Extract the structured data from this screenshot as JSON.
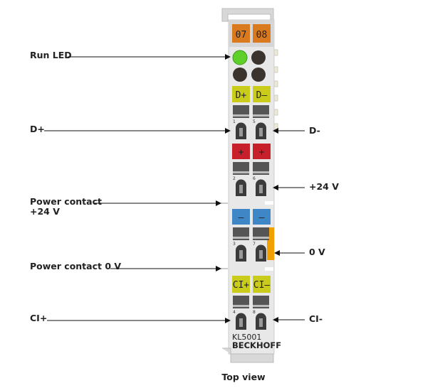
{
  "labels_left": {
    "run_led": "Run LED",
    "d_plus": "D+",
    "power_24_line1": "Power contact",
    "power_24_line2": "+24 V",
    "power_0v": "Power contact 0 V",
    "ci_plus": "CI+"
  },
  "labels_right": {
    "d_minus": "D-",
    "plus_24v": "+24 V",
    "zero_v": "0 V",
    "ci_minus": "CI-"
  },
  "terminal": {
    "channel_left": "07",
    "channel_right": "08",
    "tag_d_plus": "D+",
    "tag_d_minus": "D–",
    "tag_red": "+",
    "tag_blue": "–",
    "tag_ci_plus": "CI+",
    "tag_ci_minus": "CI–",
    "numbers": [
      "1",
      "5",
      "2",
      "6",
      "3",
      "7",
      "4",
      "8"
    ],
    "model": "KL5001",
    "brand": "BECKHOFF",
    "colors": {
      "orange": "#d97a1e",
      "yellow": "#c9cc1a",
      "red": "#c8202a",
      "blue": "#3f86c6",
      "led_on": "#5fcf2a",
      "led_off": "#3a332e",
      "housing": "#e6e6e6",
      "power_bar": "#f0a000"
    }
  },
  "caption": "Top view"
}
